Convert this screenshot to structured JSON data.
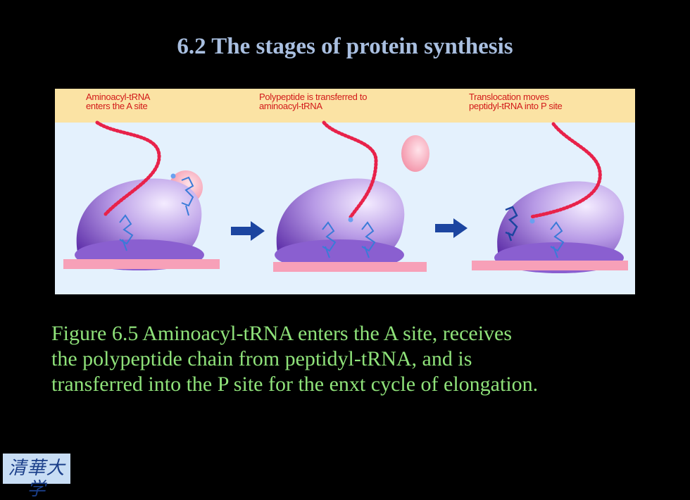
{
  "slide": {
    "title": "6.2 The stages of protein synthesis"
  },
  "figure": {
    "panels": [
      {
        "label": "Aminoacyl-tRNA\nenters the A site"
      },
      {
        "label": "Polypeptide is transferred to\naminoacyl-tRNA"
      },
      {
        "label": "Translocation moves\npeptidyl-tRNA into P site"
      }
    ],
    "colors": {
      "header_band": "#fbe3a4",
      "panel_background": "#e4f1fd",
      "ribosome": "#a07ad8",
      "ribosome_dark": "#6e3fb8",
      "mrna": "#f7a0b8",
      "polypeptide": "#e8224a",
      "trna": "#3a7bd8",
      "arrow": "#1c45a0",
      "pink_site": "#f5a6b6"
    }
  },
  "caption": {
    "lines": [
      "Figure 6.5 Aminoacyl-tRNA enters the A site, receives",
      "the polypeptide chain from peptidyl-tRNA, and is",
      "transferred into the P site for the enxt cycle of elongation."
    ]
  },
  "logo": {
    "text": "清華大学"
  }
}
